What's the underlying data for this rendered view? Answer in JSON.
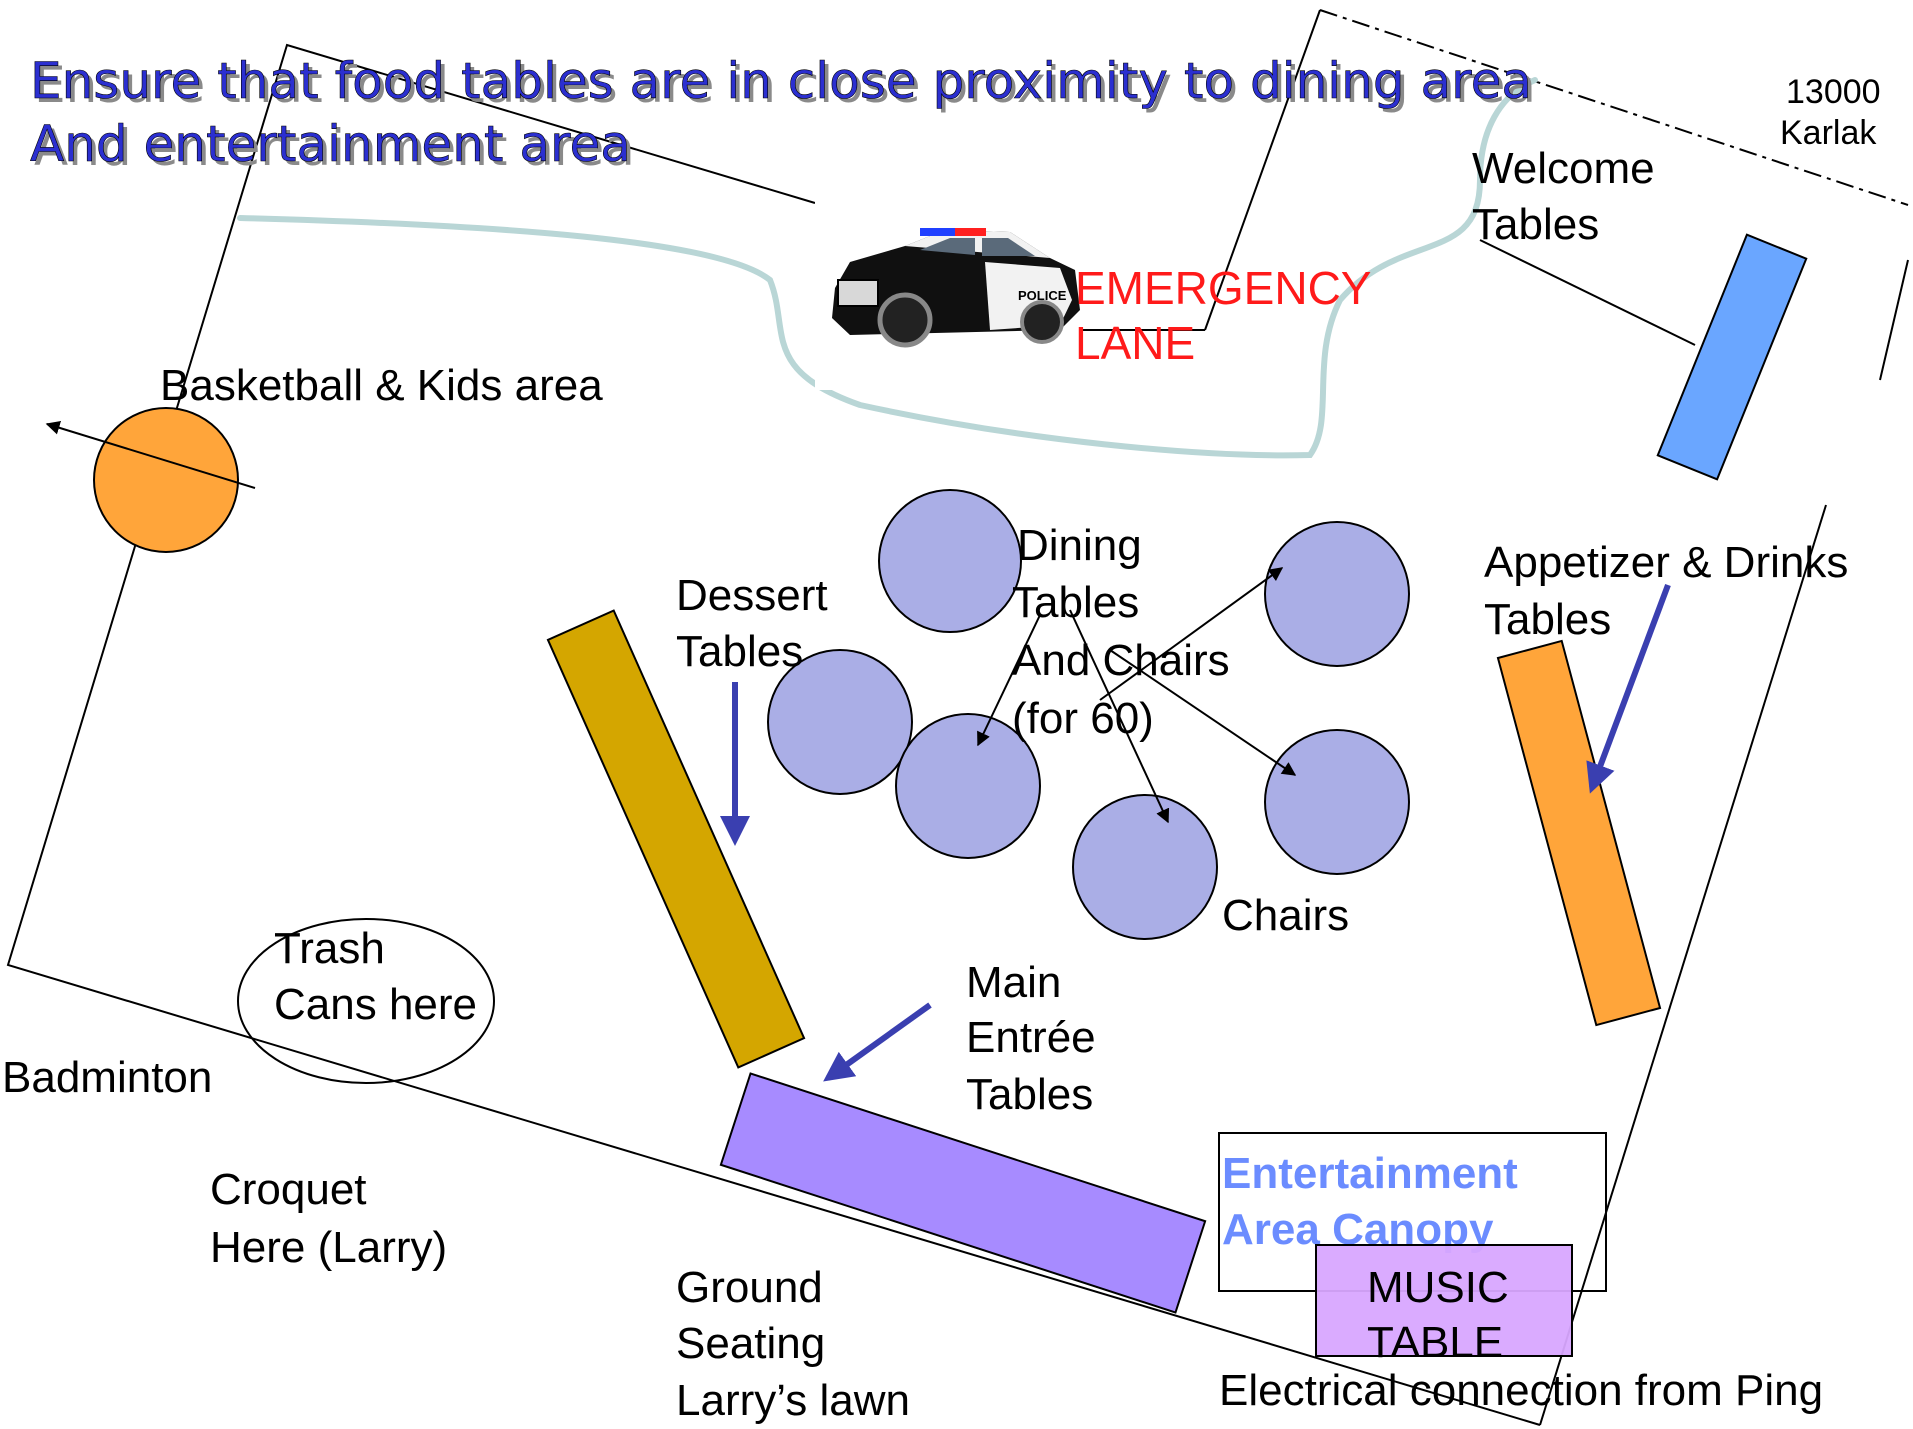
{
  "banner": {
    "line1": "Ensure that food tables are in close proximity to dining area",
    "line2": "And entertainment area"
  },
  "address": {
    "line1": "13000",
    "line2": "Karlak"
  },
  "emergency_lane": {
    "line1": "EMERGENCY",
    "line2": "LANE",
    "vehicle": "police-car-icon"
  },
  "welcome_tables": {
    "line1": "Welcome",
    "line2": "Tables"
  },
  "basketball": "Basketball & Kids area",
  "dining": {
    "line1": "Dining",
    "line2": "Tables",
    "line3": "And Chairs",
    "line4": "(for 60)"
  },
  "appetizer": {
    "line1": "Appetizer & Drinks",
    "line2": "Tables"
  },
  "dessert": {
    "line1": "Dessert",
    "line2": "Tables"
  },
  "chairs": "Chairs",
  "trash": {
    "line1": "Trash",
    "line2": "Cans here"
  },
  "main_entree": {
    "line1": "Main",
    "line2": "Entrée",
    "line3": "Tables"
  },
  "badminton": "Badminton",
  "croquet": {
    "line1": "Croquet",
    "line2": "Here (Larry)"
  },
  "ground_seating": {
    "line1": "Ground",
    "line2": "Seating",
    "line3": "Larry’s lawn"
  },
  "entertainment": {
    "line1": "Entertainment",
    "line2": "Area Canopy"
  },
  "music_table": {
    "line1": "MUSIC",
    "line2": "TABLE"
  },
  "electrical": "Electrical connection from Ping",
  "colors": {
    "welcome_table": "#6aa6ff",
    "appetizer_table": "#ffa53a",
    "dessert_table": "#d4a600",
    "entree_table": "#a78bff",
    "dining_table": "#aaaee6",
    "basketball": "#ffa53a",
    "music_table": "#d8a6ff",
    "emergency_text": "#ff1a1a",
    "entertainment_text": "#6b8cff",
    "arrow_blue": "#3a3fb0"
  }
}
